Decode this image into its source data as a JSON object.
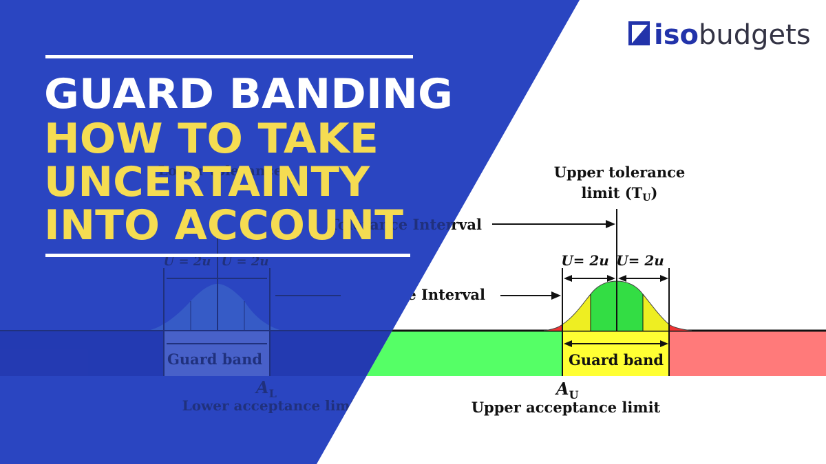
{
  "headline": {
    "line1": "GUARD BANDING",
    "line2": "HOW TO TAKE",
    "line3": "UNCERTAINTY",
    "line4": "INTO ACCOUNT"
  },
  "logo": {
    "icon": "isobudgets-mark-icon",
    "part1": "iso",
    "part2": "budgets"
  },
  "diagram": {
    "upper_tolerance_line1": "Upper tolerance",
    "upper_tolerance_line2": "limit (T",
    "upper_tolerance_sub": "U",
    "upper_tolerance_close": ")",
    "lower_tolerance_partial": "Lower tolerance",
    "tolerance_interval": "Tolerance Interval",
    "acceptance_interval": "Acceptance Interval",
    "u_equals_left": "U= 2u",
    "u_equals_right": "U= 2u",
    "u_equals_faded_left": "U = 2u",
    "u_equals_faded_right": "U = 2u",
    "guard_band_upper": "Guard band",
    "guard_band_lower": "Guard band",
    "au_label": "A",
    "au_sub": "U",
    "al_label": "A",
    "al_sub": "L",
    "upper_acceptance_limit": "Upper acceptance limit",
    "lower_acceptance_limit": "Lower acceptance limit"
  },
  "colors": {
    "blue_panel": "#2a45c1",
    "headline_yellow": "#f5dc52",
    "green_zone": "#55ff66",
    "red_zone": "#ff7a7a",
    "yellow_zone": "#ffff33",
    "logo_blue": "#2233aa"
  }
}
